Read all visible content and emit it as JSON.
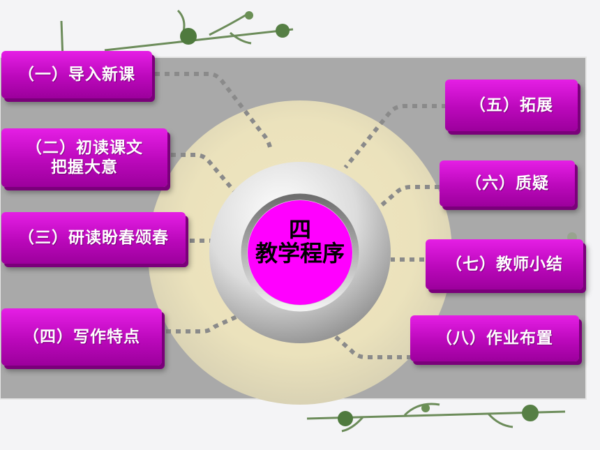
{
  "center": {
    "line1": "四",
    "line2": "教学程序"
  },
  "items": [
    {
      "label": "（一）导入新课"
    },
    {
      "label": "（二）初读课文",
      "label2": "把握大意"
    },
    {
      "label": "（三）研读盼春颂春"
    },
    {
      "label": "（四）写作特点"
    },
    {
      "label": "（五）拓展"
    },
    {
      "label": "（六）质疑"
    },
    {
      "label": "（七）教师小结"
    },
    {
      "label": "（八）作业布置"
    }
  ],
  "colors": {
    "box": "#c010c0",
    "center_disc": "#ff00ff",
    "panel": "#a9a9a9",
    "connector": "#8a8a8a",
    "ring_fill": "#e8dcae"
  },
  "decoration": {
    "plant_icon": "plant-sprig-icon"
  }
}
